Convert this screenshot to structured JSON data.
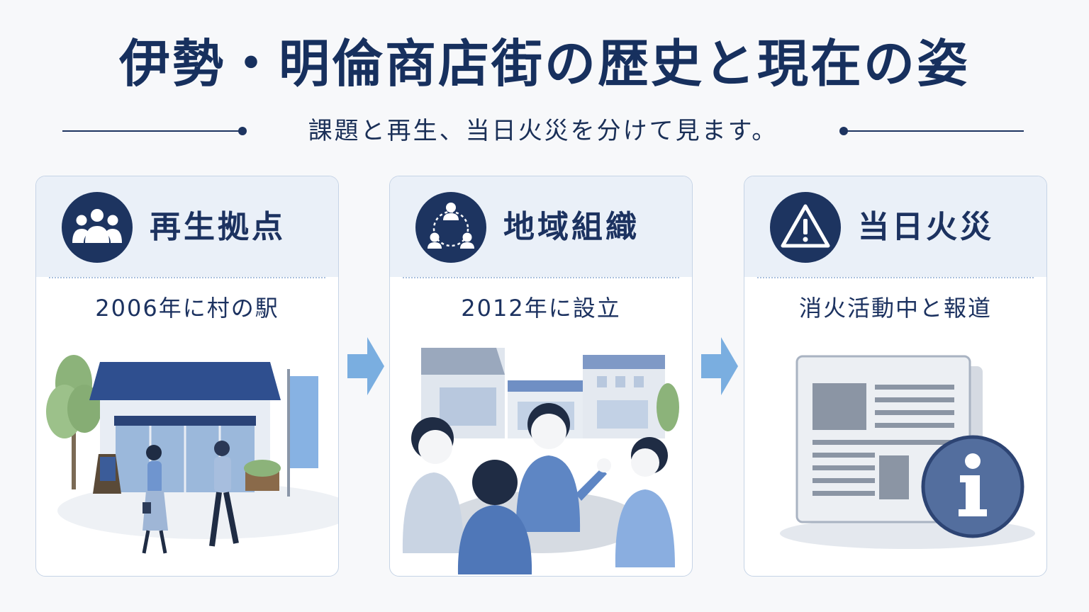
{
  "header": {
    "title": "伊勢・明倫商店街の歴史と現在の姿",
    "subtitle": "課題と再生、当日火災を分けて見ます。"
  },
  "colors": {
    "navy": "#1d3460",
    "light_blue": "#7aaee0",
    "card_head": "#eaf0f8"
  },
  "cards": [
    {
      "icon": "people-group-icon",
      "title": "再生拠点",
      "subtitle": "2006年に村の駅"
    },
    {
      "icon": "network-people-icon",
      "title": "地域組織",
      "subtitle": "2012年に設立"
    },
    {
      "icon": "warning-triangle-icon",
      "title": "当日火災",
      "subtitle": "消火活動中と報道"
    }
  ]
}
